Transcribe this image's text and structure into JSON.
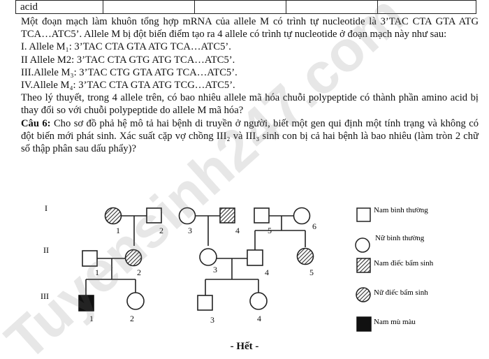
{
  "table_row": {
    "cell_1": "acid"
  },
  "passage": {
    "intro_1": "Một đoạn mạch làm khuôn tổng hợp mRNA của allele M có trình tự nucleotide là 3’TAC CTA GTA ATG TCA…ATC5’. Allele M bị đột biến điểm tạo ra 4 allele có trình tự nucleotide ở đoạn mạch này như sau:",
    "allele_1": "I. Allele M₁:  3’TAC CTA GTA ATG TCA…ATC5’.",
    "allele_2": "II Allele M2:  3’TAC CTA GTG ATG TCA…ATC5’.",
    "allele_3": "III.Allele M₃:  3’TAC CTG GTA ATG TCA…ATC5’.",
    "allele_4": "IV.Allele M₄: 3’TAC CTA GTA ATG TCG…ATC5’.",
    "question_5": "Theo lý thuyết, trong 4 allele trên, có bao nhiêu allele mã hóa chuỗi polypeptide có thành phần amino acid bị thay đổi so với chuỗi polypeptide do allele M mã hóa?",
    "q6_label": "Câu 6:",
    "q6_text": " Cho sơ đồ phả hệ mô tả hai bệnh di truyền ở người, biết một gen qui định một tính trạng và không có đột biến mới phát sinh. Xác suất cặp vợ chồng III₂ và III₃ sinh con bị cả hai bệnh là bao nhiêu (làm tròn 2 chữ số thập phân sau dấu phẩy)?"
  },
  "pedigree": {
    "generations": [
      "I",
      "II",
      "III"
    ],
    "gen1_numbers": [
      "1",
      "2",
      "3",
      "4",
      "5",
      "6"
    ],
    "gen2_numbers": [
      "1",
      "2",
      "3",
      "4",
      "5"
    ],
    "gen3_numbers": [
      "1",
      "2",
      "3",
      "4"
    ]
  },
  "legend": {
    "normal_male": "Nam bình thường",
    "normal_female": "Nữ bình thường",
    "deaf_male": "Nam điếc bẩm sinh",
    "deaf_female": "Nữ điếc bẩm sinh",
    "colorblind_male": "Nam mù màu"
  },
  "watermark": "Tuyensinh247.com",
  "footer": "- Hết -"
}
